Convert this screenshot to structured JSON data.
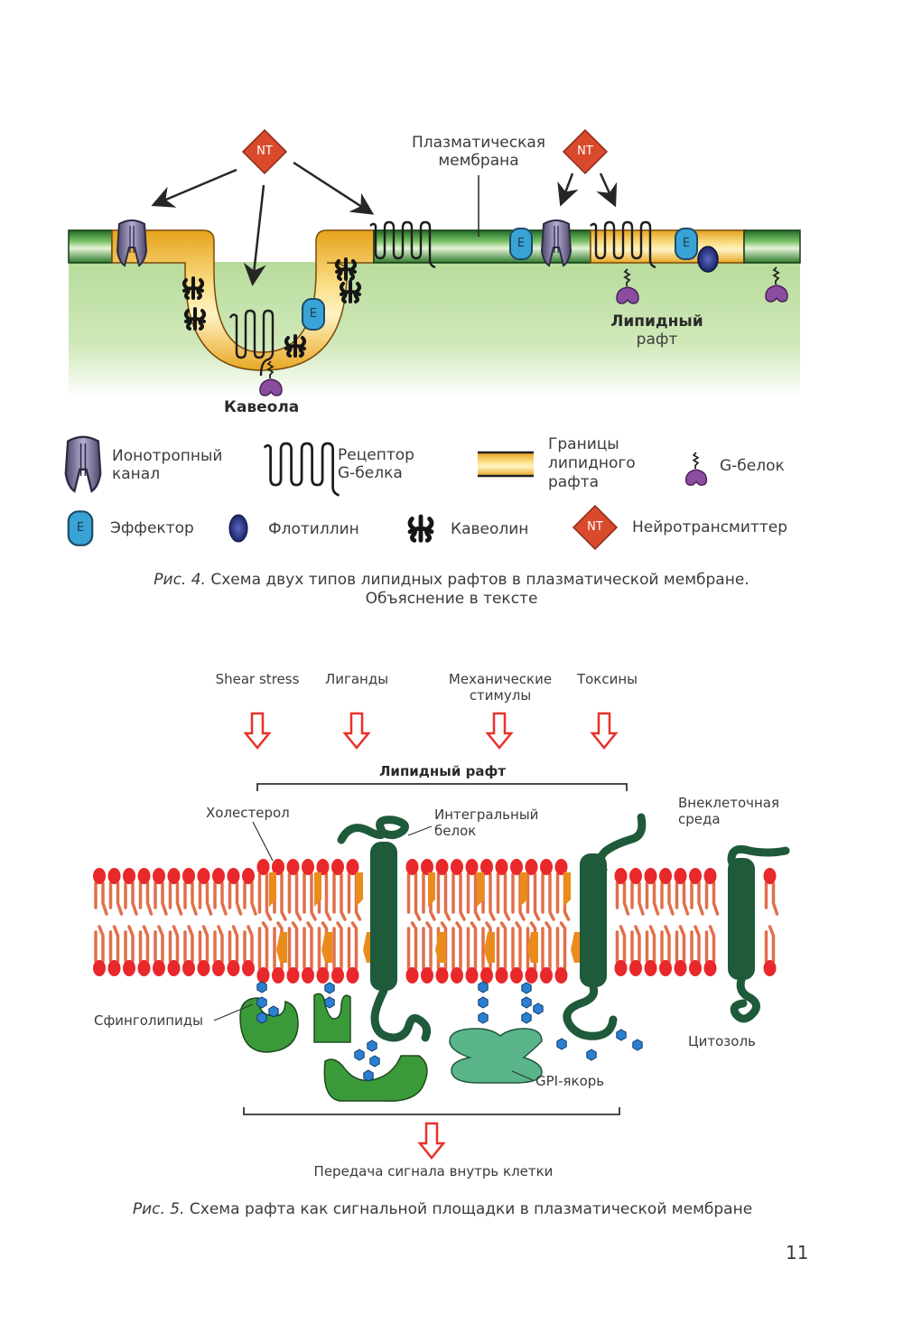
{
  "figure4": {
    "labels": {
      "plasma_membrane": [
        "Плазматическая",
        "мембрана"
      ],
      "caveola": "Кавеола",
      "lipid_raft": [
        "Липидный",
        "рафт"
      ],
      "nt": "NT",
      "effector_letter": "E"
    },
    "legend": [
      {
        "icon": "ion-channel-icon",
        "label": [
          "Ионотропный",
          "канал"
        ]
      },
      {
        "icon": "gpcr-receptor-icon",
        "label": [
          "Рецептор",
          "G-белка"
        ]
      },
      {
        "icon": "raft-boundary-icon",
        "label": [
          "Границы",
          "липидного",
          "рафта"
        ]
      },
      {
        "icon": "g-protein-icon",
        "label": [
          "G-белок"
        ]
      },
      {
        "icon": "effector-icon",
        "label": [
          "Эффектор"
        ]
      },
      {
        "icon": "flotillin-icon",
        "label": [
          "Флотиллин"
        ]
      },
      {
        "icon": "caveolin-icon",
        "label": [
          "Кавеолин"
        ]
      },
      {
        "icon": "neurotransmitter-icon",
        "label": [
          "Нейротрансмиттер"
        ]
      }
    ],
    "caption_prefix": "Рис. 4.",
    "caption_text": " Схема двух типов липидных рафтов в плазматической мембране.",
    "caption_line2": "Объяснение в тексте"
  },
  "figure5": {
    "stimuli": [
      {
        "label": [
          "Shear stress"
        ]
      },
      {
        "label": [
          "Лиганды"
        ]
      },
      {
        "label": [
          "Механические",
          "стимулы"
        ]
      },
      {
        "label": [
          "Токсины"
        ]
      }
    ],
    "raft_title": "Липидный рафт",
    "cholesterol": "Холестерол",
    "integral_protein": [
      "Интегральный",
      "белок"
    ],
    "extracellular": [
      "Внеклеточная",
      "среда"
    ],
    "sphingolipids": "Сфинголипиды",
    "cytosol": "Цитозоль",
    "gpi_anchor": "GPI-якорь",
    "signal_transduction": "Передача сигнала внутрь клетки",
    "caption_prefix": "Рис. 5.",
    "caption_text": " Схема рафта как сигнальной площадки в плазматической мембране"
  },
  "colors": {
    "membrane_green": "#3a8a3a",
    "raft_yellow": "#f3c23c",
    "nt_red": "#d94a2c",
    "effector_blue": "#3aa3d6",
    "flotillin_navy": "#23327a",
    "gprotein_purple": "#8a4da0",
    "channel_gray": "#75708f",
    "lipid_head_red": "#e8282a",
    "lipid_tail_salmon": "#e0704a",
    "cholesterol_orange": "#ea8c1c",
    "protein_dark_green": "#1f5a3a",
    "bright_green": "#3a9a3a",
    "gpi_teal": "#5ab58a",
    "sugar_blue": "#2a7fd0",
    "arrow_red": "#e8312a"
  },
  "page_number": "11"
}
